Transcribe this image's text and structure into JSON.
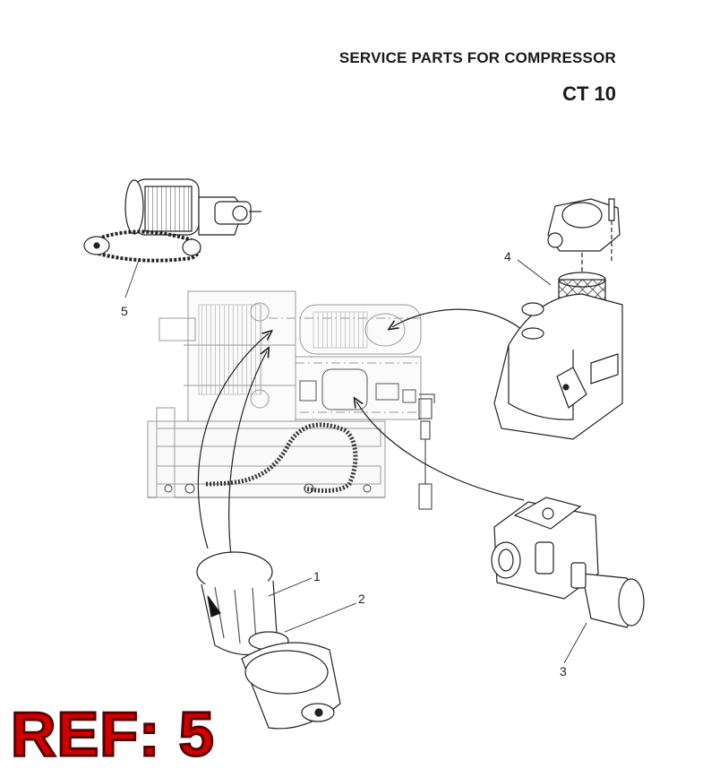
{
  "header": {
    "title": "SERVICE PARTS FOR COMPRESSOR",
    "model": "CT 10"
  },
  "callouts": [
    "1",
    "2",
    "3",
    "4",
    "5"
  ],
  "stamp": {
    "text": "REF: 5",
    "color": "#d40000"
  }
}
